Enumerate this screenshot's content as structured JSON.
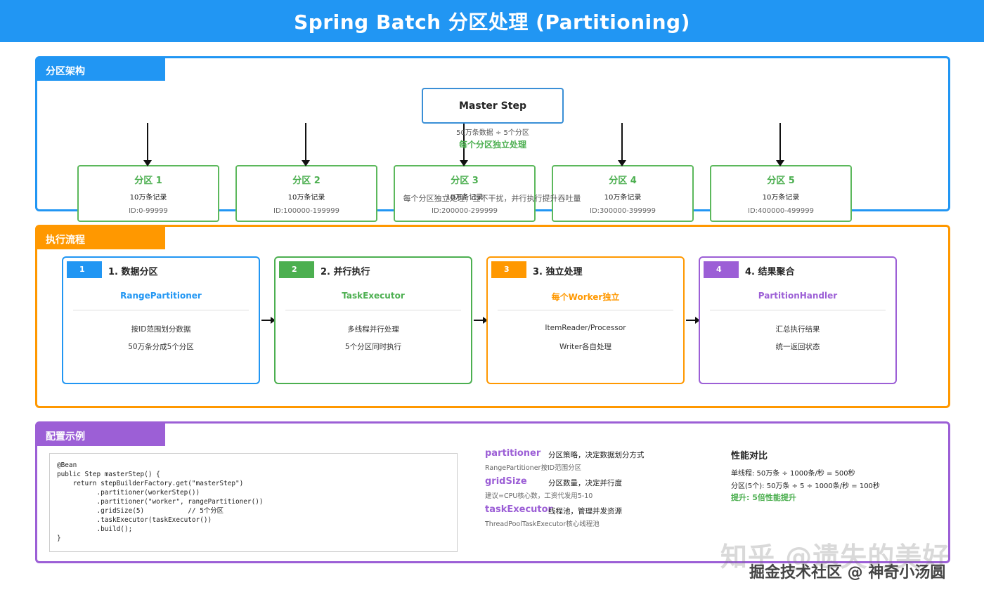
{
  "title": "Spring Batch 分区处理 (Partitioning)",
  "colors": {
    "blue": "#2196f3",
    "green": "#4caf50",
    "orange": "#ff9800",
    "purple": "#9c5fd6"
  },
  "architecture": {
    "tag": "分区架构",
    "master": "Master Step",
    "note1": "50万条数据 ÷ 5个分区",
    "note2": "每个分区独立处理",
    "partitions": [
      {
        "title": "分区 1",
        "records": "10万条记录",
        "range": "ID:0-99999"
      },
      {
        "title": "分区 2",
        "records": "10万条记录",
        "range": "ID:100000-199999"
      },
      {
        "title": "分区 3",
        "records": "10万条记录",
        "range": "ID:200000-299999"
      },
      {
        "title": "分区 4",
        "records": "10万条记录",
        "range": "ID:300000-399999"
      },
      {
        "title": "分区 5",
        "records": "10万条记录",
        "range": "ID:400000-499999"
      }
    ],
    "caption": "每个分区独立处理，互不干扰，并行执行提升吞吐量"
  },
  "flow": {
    "tag": "执行流程",
    "steps": [
      {
        "num": "1",
        "title": "1. 数据分区",
        "component": "RangePartitioner",
        "desc1": "按ID范围划分数据",
        "desc2": "50万条分成5个分区"
      },
      {
        "num": "2",
        "title": "2. 并行执行",
        "component": "TaskExecutor",
        "desc1": "多线程并行处理",
        "desc2": "5个分区同时执行"
      },
      {
        "num": "3",
        "title": "3. 独立处理",
        "component": "每个Worker独立",
        "desc1": "ItemReader/Processor",
        "desc2": "Writer各自处理"
      },
      {
        "num": "4",
        "title": "4. 结果聚合",
        "component": "PartitionHandler",
        "desc1": "汇总执行结果",
        "desc2": "统一返回状态"
      }
    ]
  },
  "config": {
    "tag": "配置示例",
    "code": "@Bean\npublic Step masterStep() {\n    return stepBuilderFactory.get(\"masterStep\")\n          .partitioner(workerStep())\n          .partitioner(\"worker\", rangePartitioner())\n          .gridSize(5)           // 5个分区\n          .taskExecutor(taskExecutor())\n          .build();\n}",
    "params": [
      {
        "name": "partitioner",
        "desc": "分区策略，决定数据划分方式",
        "sub": "RangePartitioner按ID范围分区"
      },
      {
        "name": "gridSize",
        "desc": "分区数量，决定并行度",
        "sub": "建议=CPU核心数，工资代发用5-10"
      },
      {
        "name": "taskExecutor",
        "desc": "线程池，管理并发资源",
        "sub": "ThreadPoolTaskExecutor核心线程池"
      }
    ],
    "perf": {
      "title": "性能对比",
      "single": "单线程: 50万条 ÷ 1000条/秒 = 500秒",
      "partitioned": "分区(5个): 50万条 ÷ 5 ÷ 1000条/秒 = 100秒",
      "improvement": "提升: 5倍性能提升"
    }
  },
  "watermark": {
    "line1": "知乎 @遗失的美好",
    "line2": "掘金技术社区 @ 神奇小汤圆"
  }
}
